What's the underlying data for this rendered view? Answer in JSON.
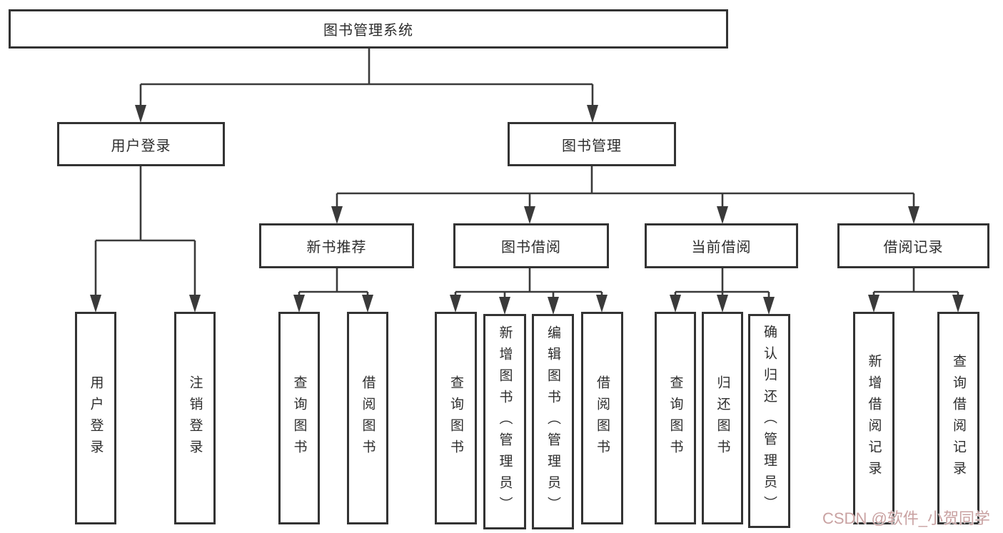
{
  "colors": {
    "line": "#3a3a3a",
    "box_border": "#333333",
    "box_fill": "#ffffff",
    "text": "#2d2d2d",
    "background": "#ffffff",
    "watermark": "#c9a2a2"
  },
  "tree": {
    "root": {
      "label": "图书管理系统"
    },
    "branches": [
      {
        "label": "用户登录",
        "children": [
          {
            "label": "用户登录"
          },
          {
            "label": "注销登录"
          }
        ]
      },
      {
        "label": "图书管理",
        "children": [
          {
            "label": "新书推荐",
            "children": [
              {
                "label": "查询图书"
              },
              {
                "label": "借阅图书"
              }
            ]
          },
          {
            "label": "图书借阅",
            "children": [
              {
                "label": "查询图书"
              },
              {
                "label": "新增图书（管理员）"
              },
              {
                "label": "编辑图书（管理员）"
              },
              {
                "label": "借阅图书"
              }
            ]
          },
          {
            "label": "当前借阅",
            "children": [
              {
                "label": "查询图书"
              },
              {
                "label": "归还图书"
              },
              {
                "label": "确认归还（管理员）"
              }
            ]
          },
          {
            "label": "借阅记录",
            "children": [
              {
                "label": "新增借阅记录"
              },
              {
                "label": "查询借阅记录"
              }
            ]
          }
        ]
      }
    ]
  },
  "watermark": {
    "text": "CSDN @软件_小贺同学"
  }
}
